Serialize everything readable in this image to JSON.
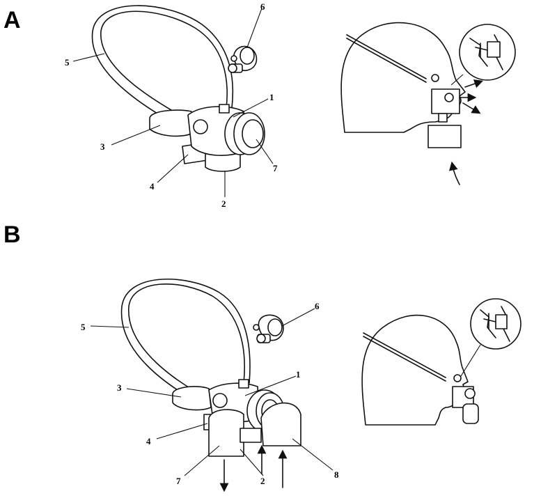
{
  "panels": {
    "a": {
      "label": "A",
      "callouts": {
        "n1": "1",
        "n2": "2",
        "n3": "3",
        "n4": "4",
        "n5": "5",
        "n6": "6",
        "n7": "7"
      }
    },
    "b": {
      "label": "B",
      "callouts": {
        "n1": "1",
        "n2": "2",
        "n3": "3",
        "n4": "4",
        "n5": "5",
        "n6": "6",
        "n7": "7",
        "n8": "8"
      }
    }
  }
}
